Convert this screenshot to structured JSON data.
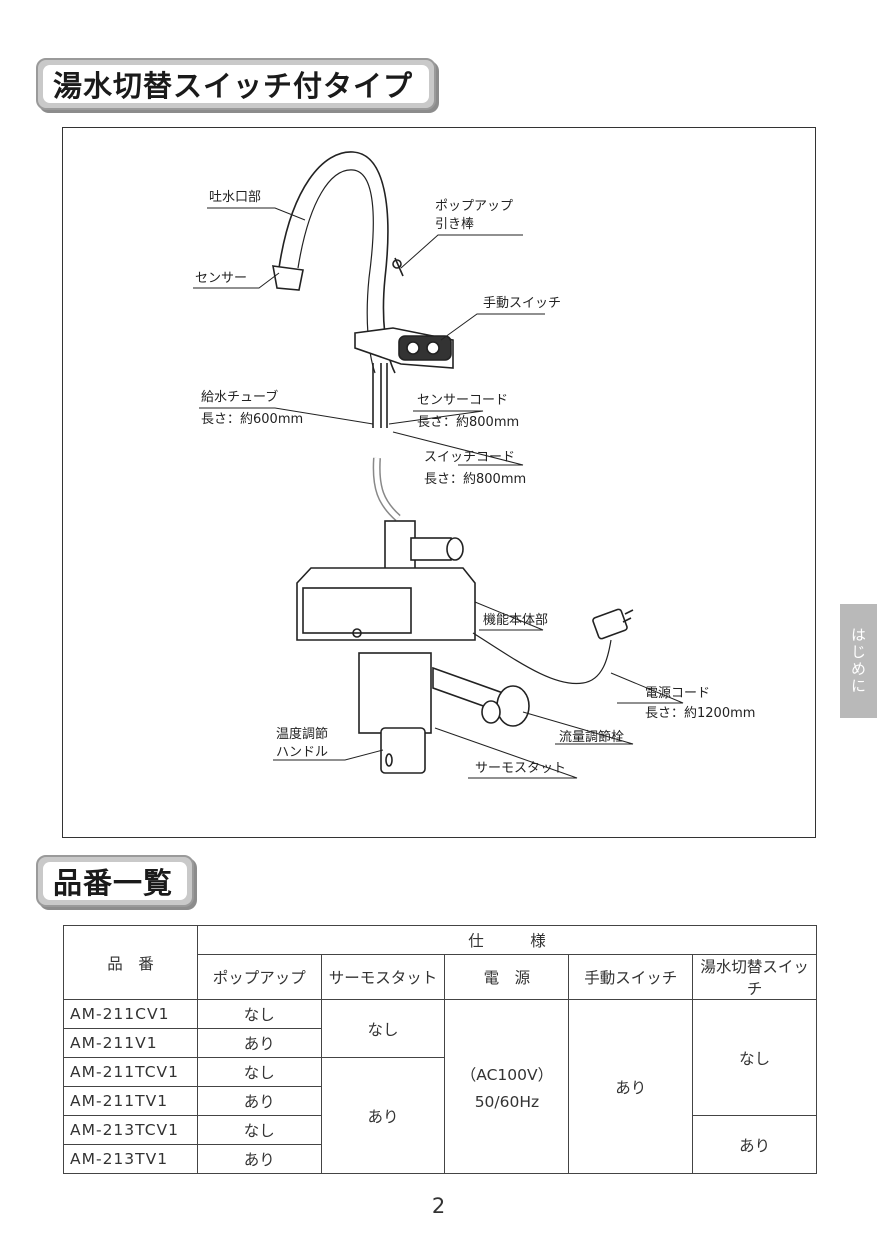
{
  "section1": {
    "title": "湯水切替スイッチ付タイプ"
  },
  "diagram": {
    "labels": {
      "spout": "吐水口部",
      "sensor": "センサー",
      "popup_line1": "ポップアップ",
      "popup_line2": "引き棒",
      "manual_switch": "手動スイッチ",
      "supply_tube": "給水チューブ",
      "supply_tube_len": "長さ：約600mm",
      "sensor_cord": "センサーコード",
      "sensor_cord_len": "長さ：約800mm",
      "switch_cord": "スイッチコード",
      "switch_cord_len": "長さ：約800mm",
      "main_unit": "機能本体部",
      "power_cord": "電源コード",
      "power_cord_len": "長さ：約1200mm",
      "temp_handle_line1": "温度調節",
      "temp_handle_line2": "ハンドル",
      "flow_valve": "流量調節栓",
      "thermostat": "サーモスタット"
    }
  },
  "side_tab": {
    "label": "はじめに"
  },
  "section2": {
    "title": "品番一覧"
  },
  "table": {
    "header_model": "品　番",
    "header_spec": "仕　　　様",
    "columns": [
      "ポップアップ",
      "サーモスタット",
      "電　源",
      "手動スイッチ",
      "湯水切替スイッチ"
    ],
    "rows": [
      {
        "model": "AM-211CV1",
        "popup": "なし"
      },
      {
        "model": "AM-211V1",
        "popup": "あり"
      },
      {
        "model": "AM-211TCV1",
        "popup": "なし"
      },
      {
        "model": "AM-211TV1",
        "popup": "あり"
      },
      {
        "model": "AM-213TCV1",
        "popup": "なし"
      },
      {
        "model": "AM-213TV1",
        "popup": "あり"
      }
    ],
    "thermostat_none": "なし",
    "thermostat_yes": "あり",
    "power_line1": "（AC100V）",
    "power_line2": "50/60Hz",
    "manual_switch": "あり",
    "hot_cold_switch_none": "なし",
    "hot_cold_switch_yes": "あり"
  },
  "page_number": "2"
}
